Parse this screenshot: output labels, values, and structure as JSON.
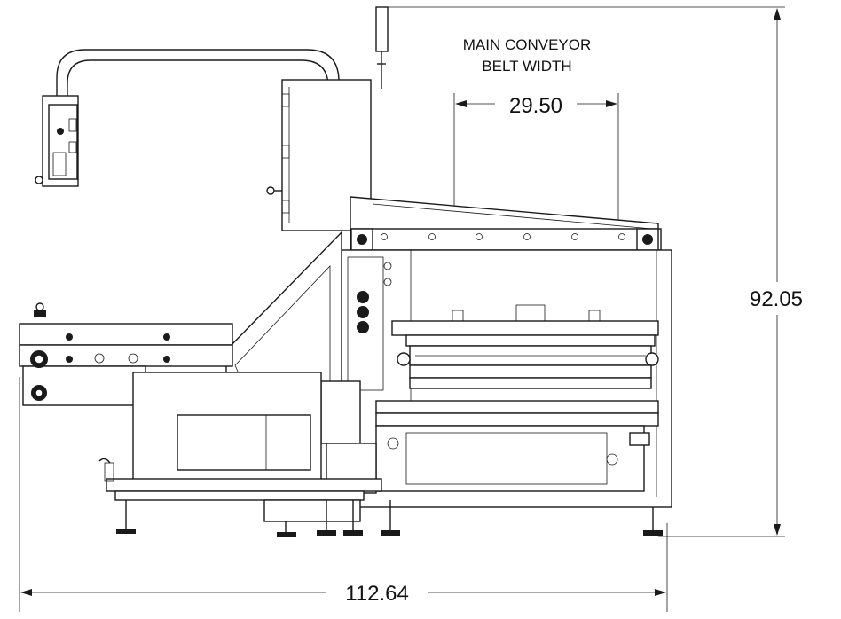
{
  "drawing": {
    "belt_label_line1": "MAIN CONVEYOR",
    "belt_label_line2": "BELT WIDTH",
    "belt_width": "29.50",
    "height": "92.05",
    "overall_width": "112.64"
  },
  "colors": {
    "line": "#1a1a1a",
    "background": "#ffffff"
  }
}
